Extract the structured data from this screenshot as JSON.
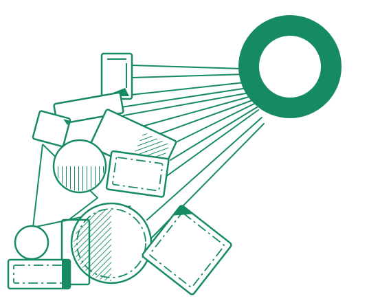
{
  "illustration": {
    "colors": {
      "primary": "#168A62",
      "background": "#FFFFFF"
    },
    "elements": [
      "ring",
      "rays",
      "small-card",
      "long-card",
      "tilted-card",
      "diamond-card",
      "hatched-circle",
      "hatched-square",
      "large-circle",
      "rounded-panel",
      "tall-card",
      "small-circle",
      "bottom-left-card",
      "chain-lines"
    ]
  }
}
